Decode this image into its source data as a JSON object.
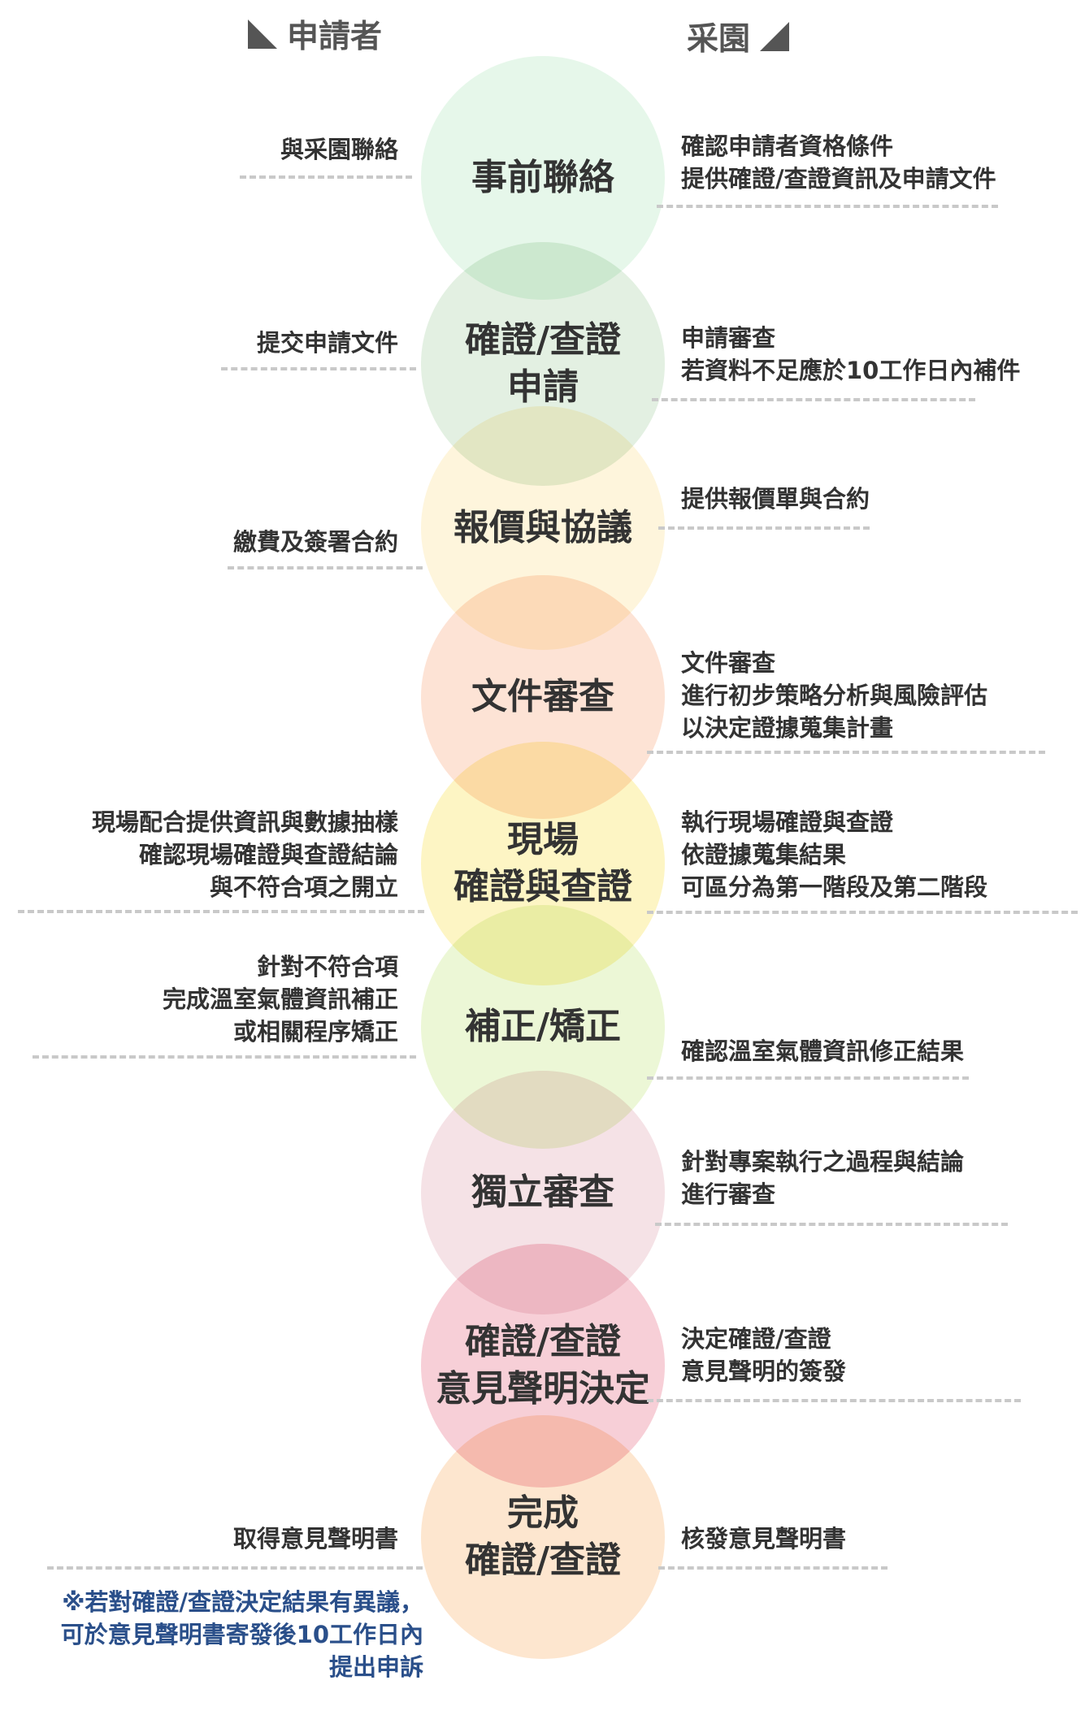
{
  "header": {
    "applicant": "申請者",
    "company": "采園"
  },
  "colors": {
    "step1": "#e6f7ea",
    "step2": "#e3f0e2",
    "step3": "#fef5dc",
    "step4": "#fde3d5",
    "step5": "#fdf5c4",
    "step6": "#ecf7d6",
    "step7": "#f5e2e6",
    "step8": "#f7cfd7",
    "step9": "#fde6cf",
    "footnote": "#2a4f8a"
  },
  "steps": [
    {
      "title": [
        "事前聯絡"
      ],
      "left": [
        "與采園聯絡"
      ],
      "right": [
        "確認申請者資格條件",
        "提供確證/查證資訊及申請文件"
      ]
    },
    {
      "title": [
        "確證/查證",
        "申請"
      ],
      "left": [
        "提交申請文件"
      ],
      "right": [
        "申請審查",
        "若資料不足應於10工作日內補件"
      ]
    },
    {
      "title": [
        "報價與協議"
      ],
      "left": [
        "繳費及簽署合約"
      ],
      "right": [
        "提供報價單與合約"
      ]
    },
    {
      "title": [
        "文件審查"
      ],
      "left": [],
      "right": [
        "文件審查",
        "進行初步策略分析與風險評估",
        "以決定證據蒐集計畫"
      ]
    },
    {
      "title": [
        "現場",
        "確證與查證"
      ],
      "left": [
        "現場配合提供資訊與數據抽樣",
        "確認現場確證與查證結論",
        "與不符合項之開立"
      ],
      "right": [
        "執行現場確證與查證",
        "依證據蒐集結果",
        "可區分為第一階段及第二階段"
      ]
    },
    {
      "title": [
        "補正/矯正"
      ],
      "left": [
        "針對不符合項",
        "完成溫室氣體資訊補正",
        "或相關程序矯正"
      ],
      "right": [
        "確認溫室氣體資訊修正結果"
      ]
    },
    {
      "title": [
        "獨立審查"
      ],
      "left": [],
      "right": [
        "針對專案執行之過程與結論",
        "進行審查"
      ]
    },
    {
      "title": [
        "確證/查證",
        "意見聲明決定"
      ],
      "left": [],
      "right": [
        "決定確證/查證",
        "意見聲明的簽發"
      ]
    },
    {
      "title": [
        "完成",
        "確證/查證"
      ],
      "left": [
        "取得意見聲明書"
      ],
      "right": [
        "核發意見聲明書"
      ]
    }
  ],
  "footnote": [
    "※若對確證/查證決定結果有異議，",
    "可於意見聲明書寄發後10工作日內",
    "提出申訴"
  ]
}
